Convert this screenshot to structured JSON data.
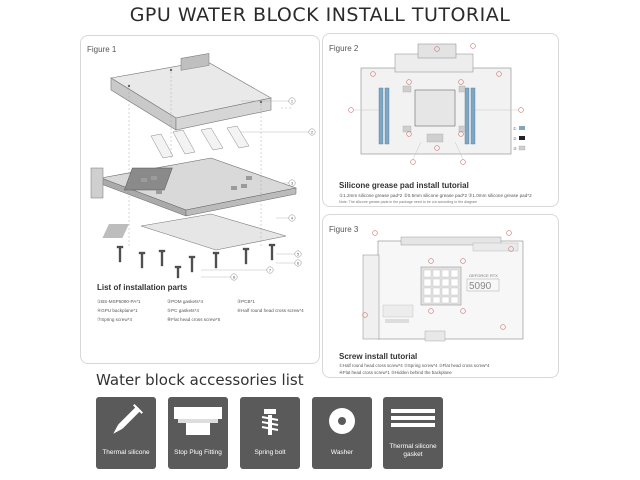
{
  "page": {
    "title": "GPU WATER BLOCK INSTALL TUTORIAL"
  },
  "figure1": {
    "label": "Figure 1",
    "callouts": [
      "1",
      "2",
      "3",
      "4",
      "5",
      "6",
      "7",
      "8"
    ],
    "parts_title": "List of installation parts",
    "parts": [
      [
        "①BS-MSP5090-PA*1",
        "②POM gaskets*4",
        "③PCB*1"
      ],
      [
        "④GPU backplane*1",
        "⑤PC gaskets*4",
        "⑥Half round head cross screw*4"
      ],
      [
        "⑦Spring screw*4",
        "⑧Flat head cross screw*5",
        ""
      ]
    ]
  },
  "figure2": {
    "label": "Figure 2",
    "title": "Silicone grease pad install tutorial",
    "legend": "①1.2mm silicone grease pad*2  ②0.5mm silicone grease pad*2  ③1.0mm silicone grease pad*2",
    "note": "Note: The silicone grease pads in the package need to be cut according to the diagram",
    "swatch_labels": [
      "①",
      "②",
      "③"
    ]
  },
  "figure3": {
    "label": "Figure 3",
    "title": "Screw install tutorial",
    "board_text": [
      "GEFORCE RTX",
      "5090"
    ],
    "legend_line1": "①Half round head cross screw*4   ②Spring screw*4   ③Flat head cross screw*4",
    "legend_line2": "④Flat head cross screw*1  ⑤Hidden behind the backplane"
  },
  "accessories": {
    "title": "Water block accessories list",
    "items": [
      {
        "label": "Thermal silicone",
        "icon": "syringe-icon"
      },
      {
        "label": "Stop Plug Fitting",
        "icon": "stop-plug-icon"
      },
      {
        "label": "Spring bolt",
        "icon": "spring-bolt-icon"
      },
      {
        "label": "Washer",
        "icon": "washer-icon"
      },
      {
        "label": "Thermal silicone gasket",
        "icon": "gasket-icon"
      }
    ]
  }
}
